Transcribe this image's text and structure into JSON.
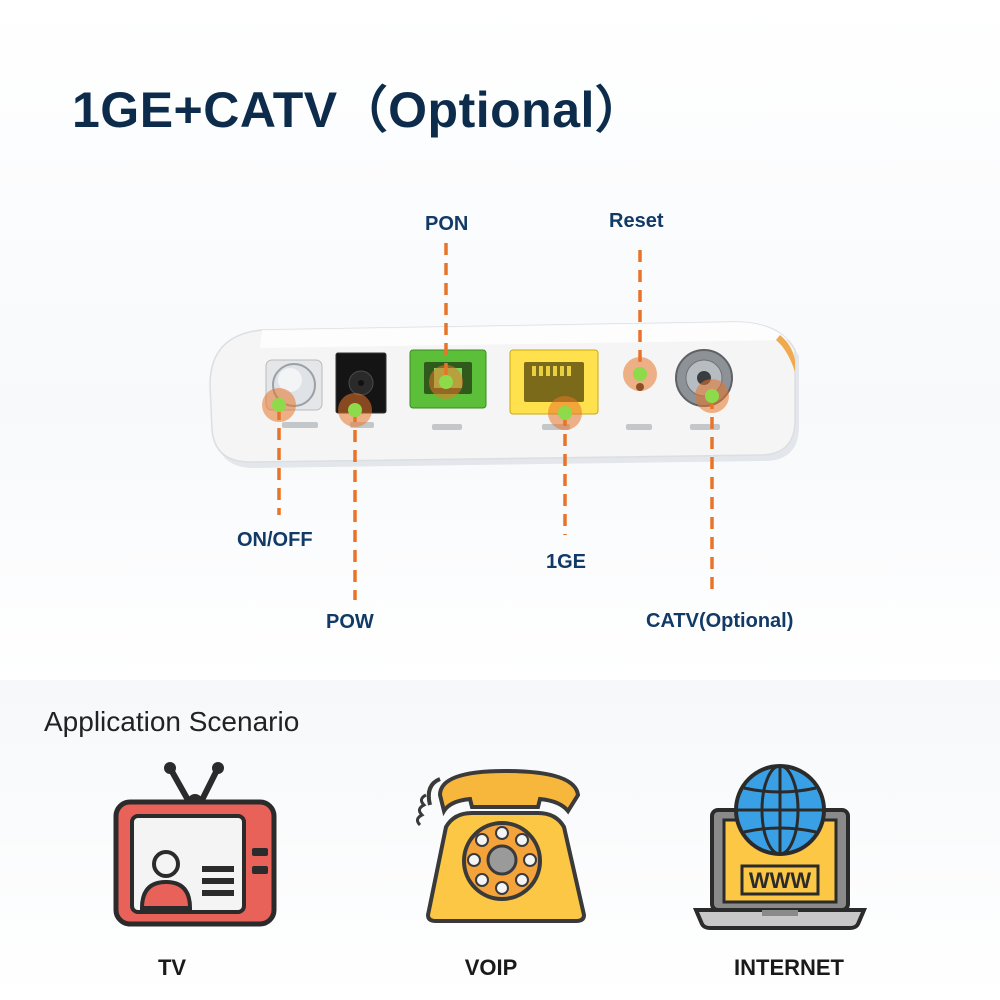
{
  "title": "1GE+CATV（Optional）",
  "device": {
    "colors": {
      "callout_line": "#e8742a",
      "port_dot": "#8ddb4a",
      "port_halo": "#e8742a",
      "label_text": "#123a66",
      "pon_port": "#5cbf3a",
      "lan_port": "#ffe14d"
    },
    "callouts": {
      "pon": "PON",
      "reset": "Reset",
      "onoff": "ON/OFF",
      "pow": "POW",
      "ge": "1GE",
      "catv": "CATV(Optional)"
    }
  },
  "application": {
    "heading": "Application Scenario",
    "items": [
      {
        "label": "TV",
        "icon": "tv-icon"
      },
      {
        "label": "VOIP",
        "icon": "telephone-icon"
      },
      {
        "label": "INTERNET",
        "icon": "laptop-globe-icon"
      }
    ],
    "www_text": "WWW"
  }
}
